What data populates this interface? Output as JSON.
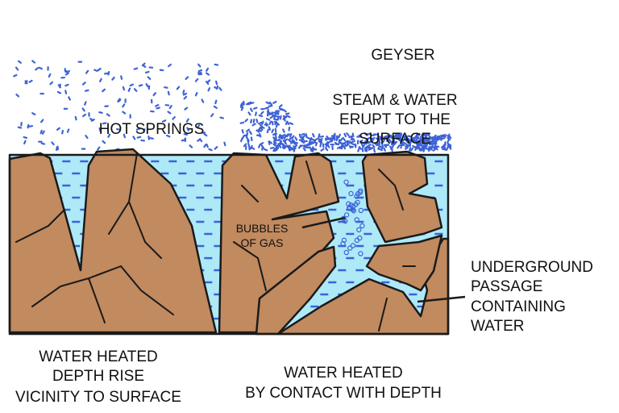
{
  "title": "Hot Springs and Geyser",
  "colors": {
    "water": "#aee9f8",
    "dash": "#3d62d6",
    "rock": "#c18a5f",
    "outline": "#1a1a1a"
  },
  "labels": {
    "hot_springs": "HOT SPRINGS",
    "geyser": "GEYSER",
    "steam": [
      "STEAM & WATER",
      "ERUPT TO  THE",
      "SURFACE"
    ],
    "bubbles": [
      "BUBBLES",
      "OF GAS"
    ],
    "passage": [
      "UNDERGROUND",
      "PASSAGE",
      "CONTAINING",
      "WATER"
    ],
    "heated_rise": [
      "WATER HEATED",
      "DEPTH RISE",
      "VICINITY  TO  SURFACE"
    ],
    "heated_contact": [
      "WATER HEATED",
      "BY CONTACT WITH DEPTH"
    ]
  }
}
